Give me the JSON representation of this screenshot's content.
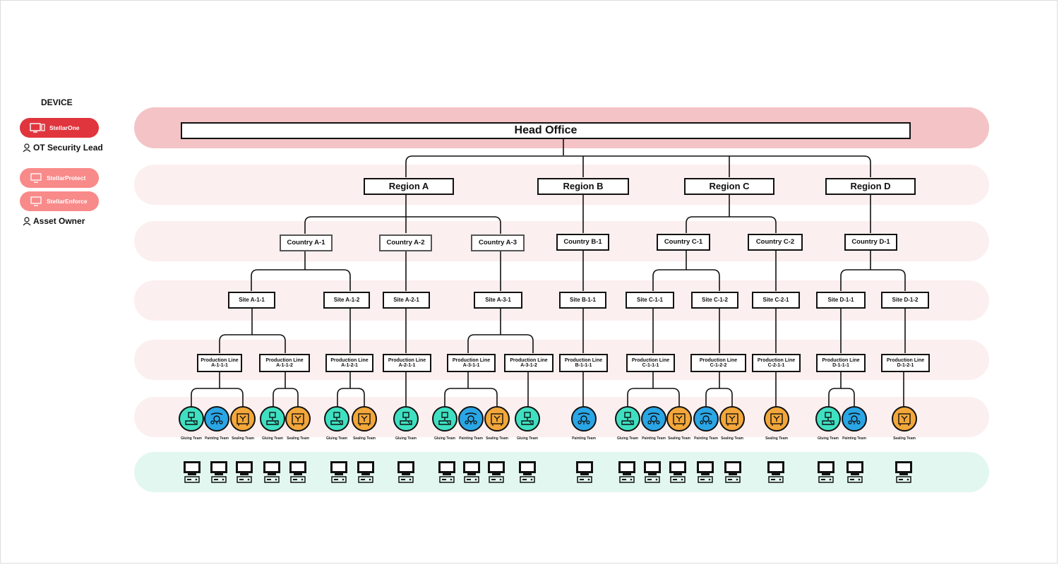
{
  "legend": {
    "title": "DEVICE",
    "items": [
      {
        "key": "stellarone",
        "label": "StellarOne",
        "color": "#e0353d",
        "icon": "monitor-icon"
      },
      {
        "key": "stellarprotect",
        "label": "StellarProtect",
        "color": "#f98a8a",
        "icon": "monitor-icon"
      },
      {
        "key": "stellarenforce",
        "label": "StellarEnforce",
        "color": "#f98a8a",
        "icon": "monitor-icon"
      }
    ],
    "roles": [
      "OT Security Lead",
      "Asset Owner"
    ]
  },
  "colors": {
    "head_band": "#f4c3c6",
    "mid_band": "#fcefef",
    "device_band": "#e3f7f1",
    "gluing": "#3fe0c1",
    "painting": "#2aa6e6",
    "sealing": "#f3a73a"
  },
  "head_office": "Head Office",
  "regions": [
    "Region A",
    "Region B",
    "Region C",
    "Region D"
  ],
  "countries": [
    "Country A-1",
    "Country A-2",
    "Country A-3",
    "Country B-1",
    "Country C-1",
    "Country C-2",
    "Country D-1"
  ],
  "sites": [
    "Site  A-1-1",
    "Site  A-1-2",
    "Site A-2-1",
    "Site A-3-1",
    "Site B-1-1",
    "Site C-1-1",
    "Site C-1-2",
    "Site C-2-1",
    "Site D-1-1",
    "Site D-1-2"
  ],
  "production_lines": [
    [
      "Production Line",
      "A-1-1-1"
    ],
    [
      "Production Line",
      "A-1-1-2"
    ],
    [
      "Production Line",
      "A-1-2-1"
    ],
    [
      "Production Line",
      "A-2-1-1"
    ],
    [
      "Production Line",
      "A-3-1-1"
    ],
    [
      "Production Line",
      "A-3-1-2"
    ],
    [
      "Production Line",
      "B-1-1-1"
    ],
    [
      "Production Line",
      "C-1-1-1"
    ],
    [
      "Production Line",
      "C-1-2-2"
    ],
    [
      "Production Line",
      "C-2-1-1"
    ],
    [
      "Production Line",
      "D-1-1-1"
    ],
    [
      "Production Line",
      "D-1-2-1"
    ]
  ],
  "teams": {
    "gluing": "Gluing Team",
    "painting": "Painting Team",
    "sealing": "Sealing Team"
  }
}
